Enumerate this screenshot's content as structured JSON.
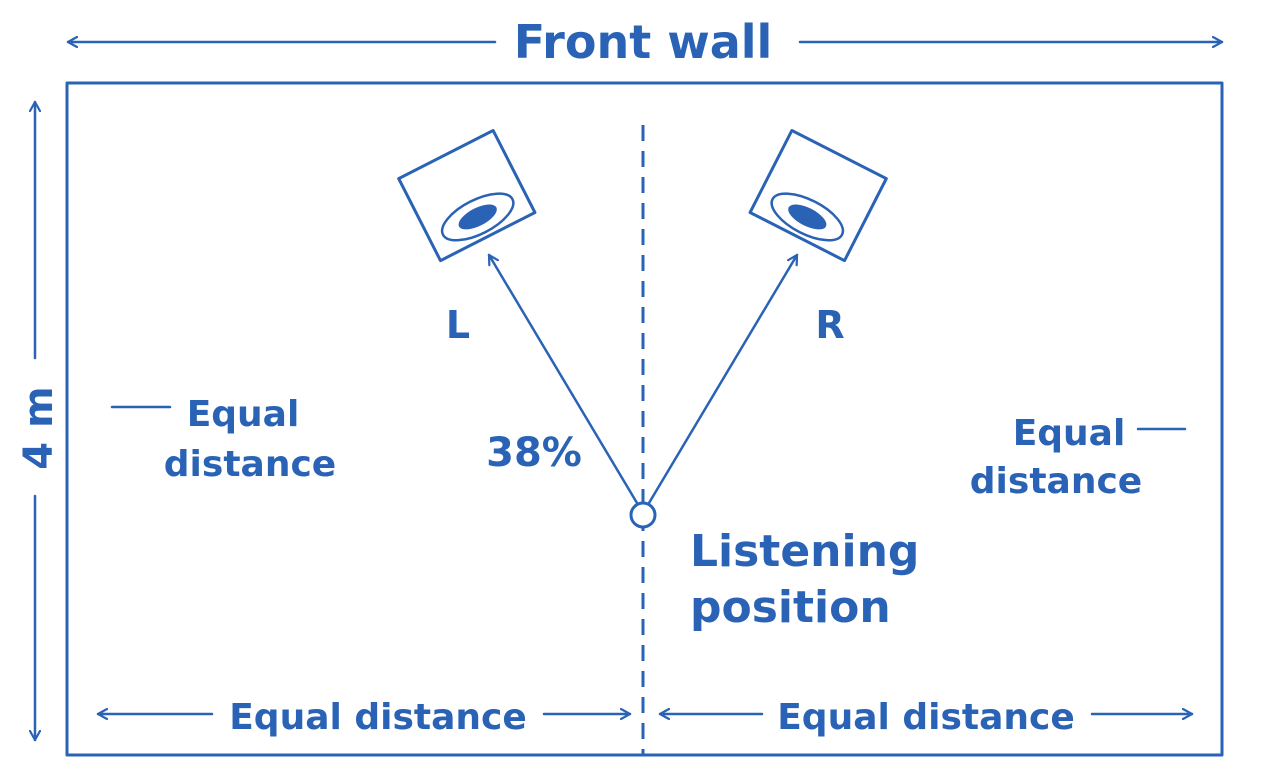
{
  "colors": {
    "stroke": "#2a63b5",
    "background": "#ffffff"
  },
  "labels": {
    "front_wall": "Front wall",
    "room_depth": "4 m",
    "left_speaker": "L",
    "right_speaker": "R",
    "angle": "38%",
    "listening_line1": "Listening",
    "listening_line2": "position",
    "left_side_line1": "Equal",
    "left_side_line2": "distance",
    "right_side_line1": "Equal",
    "right_side_line2": "distance",
    "bottom_left": "Equal distance",
    "bottom_right": "Equal distance"
  },
  "icons": {
    "left_speaker": "speaker-icon",
    "right_speaker": "speaker-icon",
    "listener": "listener-marker-icon"
  }
}
